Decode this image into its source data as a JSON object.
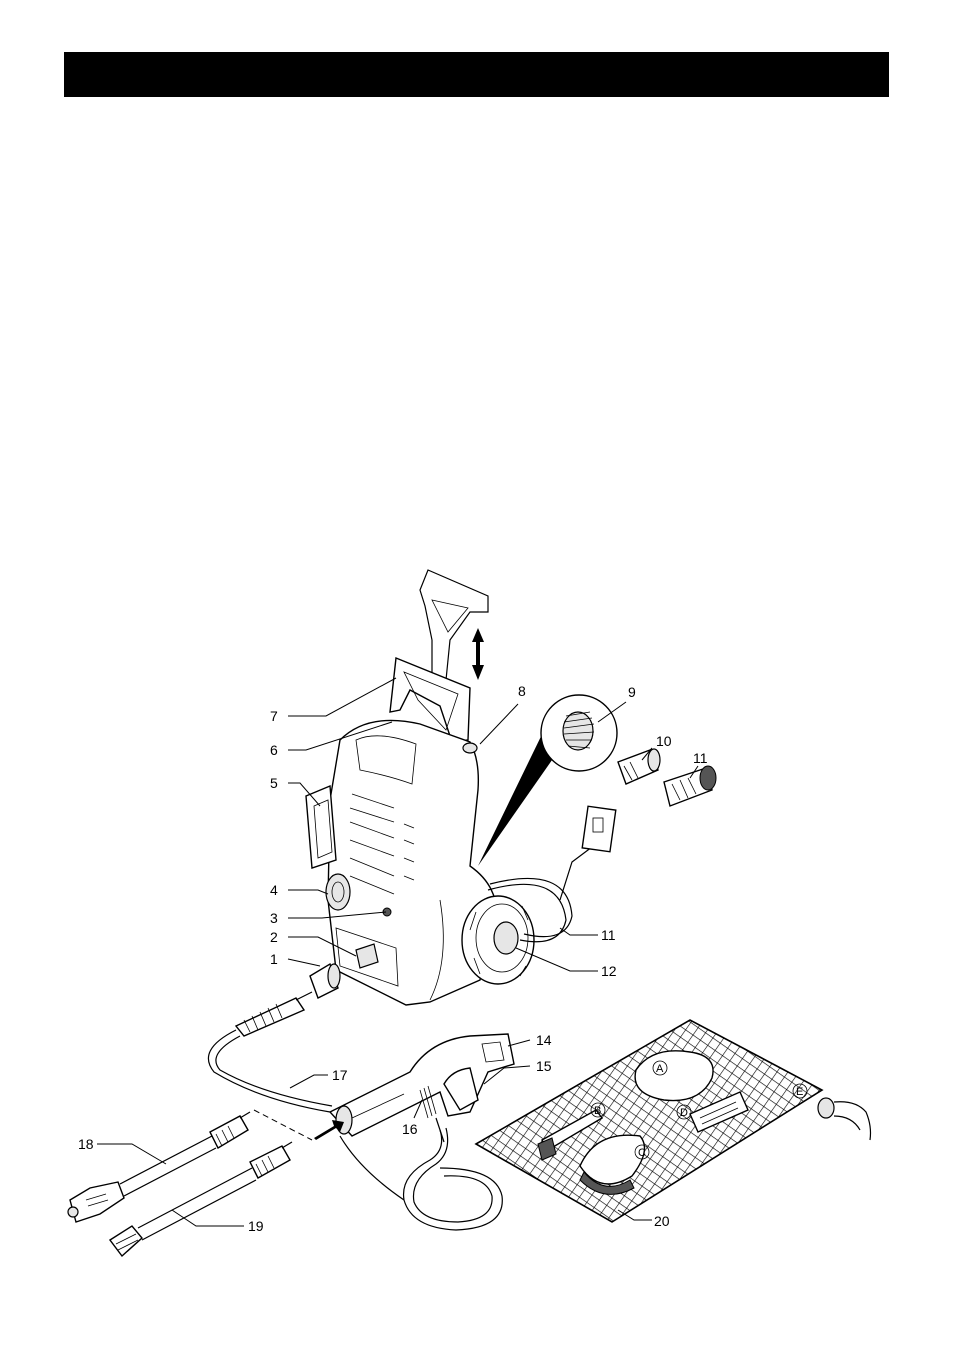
{
  "header": {
    "title": ""
  },
  "callouts": {
    "c1": "1",
    "c2": "2",
    "c3": "3",
    "c4": "4",
    "c5": "5",
    "c6": "6",
    "c7": "7",
    "c8": "8",
    "c9": "9",
    "c10": "10",
    "c11a": "11",
    "c11b": "11",
    "c12": "12",
    "c14": "14",
    "c15": "15",
    "c16": "16",
    "c17": "17",
    "c18": "18",
    "c19": "19",
    "c20": "20"
  },
  "accessory_letters": {
    "a": "A",
    "b": "B",
    "c": "C",
    "d": "D",
    "e": "E"
  }
}
